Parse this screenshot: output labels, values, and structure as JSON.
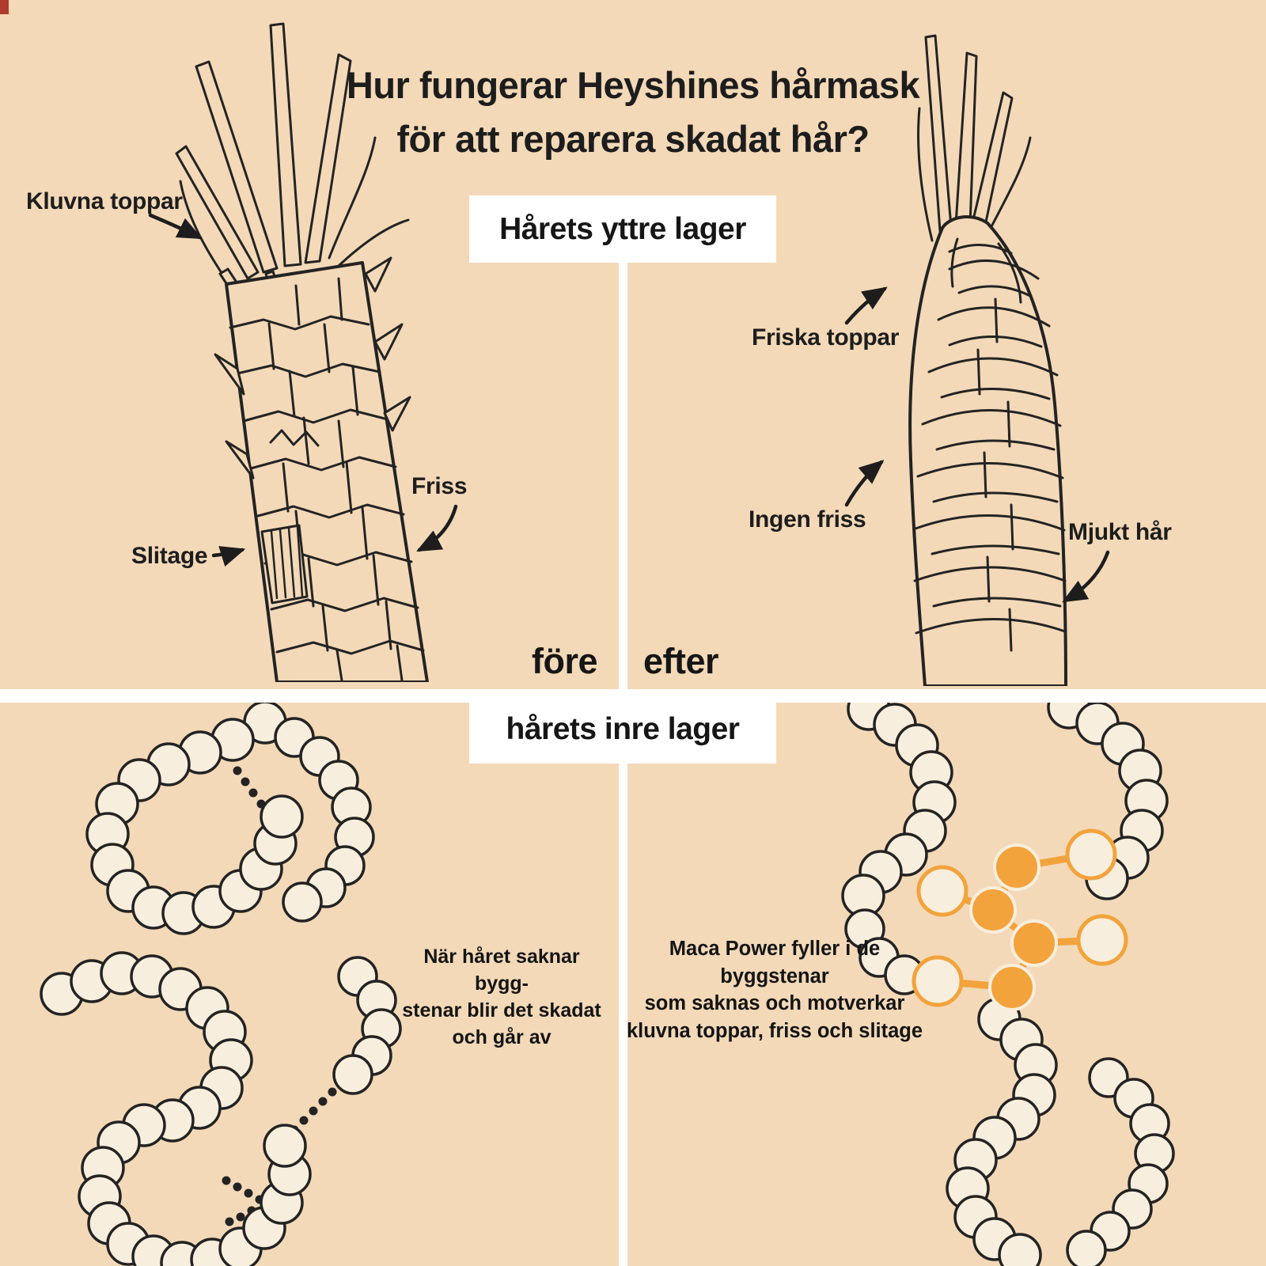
{
  "title": {
    "line1": "Hur fungerar Heyshines hårmask",
    "line2": "för att reparera skadat hår?"
  },
  "section_labels": {
    "outer": "Hårets yttre lager",
    "inner": "hårets inre lager"
  },
  "compare": {
    "before": "före",
    "after": "efter"
  },
  "annotations": {
    "split_ends": "Kluvna toppar",
    "wear": "Slitage",
    "frizz": "Friss",
    "healthy_ends": "Friska toppar",
    "no_frizz": "Ingen friss",
    "soft_hair": "Mjukt hår"
  },
  "captions": {
    "damaged_line1": "När håret saknar bygg-",
    "damaged_line2": "stenar blir det skadat",
    "damaged_line3": "och går av",
    "repaired_line1": "Maca Power fyller i de byggstenar",
    "repaired_line2": "som saknas och motverkar",
    "repaired_line3": "kluvna toppar, friss och slitage"
  },
  "colors": {
    "background": "#f3d9b8",
    "ink": "#232323",
    "bead": "#f8eedd",
    "accent": "#f2a33c",
    "panel": "#ffffff"
  }
}
